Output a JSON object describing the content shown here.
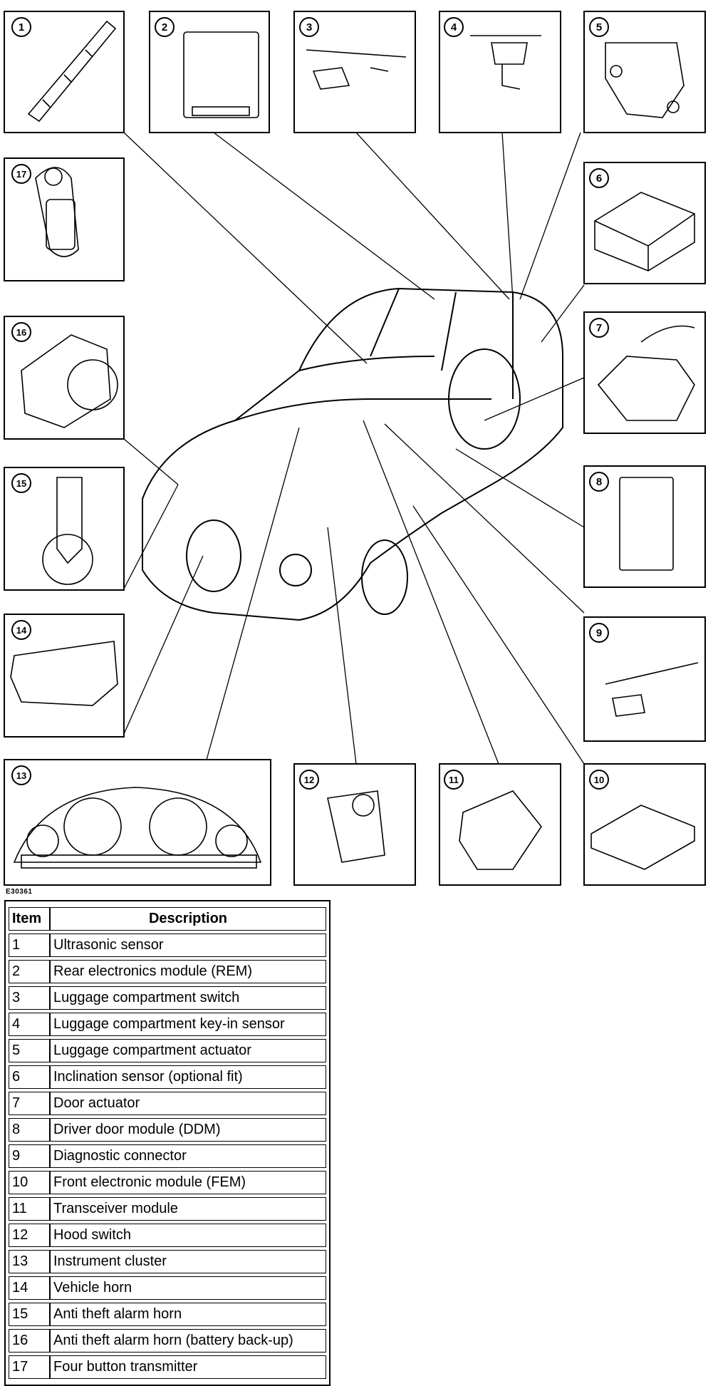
{
  "figure_ref": "E30361",
  "callouts": [
    "1",
    "2",
    "3",
    "4",
    "5",
    "6",
    "7",
    "8",
    "9",
    "10",
    "11",
    "12",
    "13",
    "14",
    "15",
    "16",
    "17"
  ],
  "legend": {
    "headers": {
      "item": "Item",
      "description": "Description"
    },
    "rows": [
      {
        "item": "1",
        "description": "Ultrasonic sensor"
      },
      {
        "item": "2",
        "description": "Rear electronics module (REM)"
      },
      {
        "item": "3",
        "description": "Luggage compartment switch"
      },
      {
        "item": "4",
        "description": "Luggage compartment key-in sensor"
      },
      {
        "item": "5",
        "description": "Luggage compartment actuator"
      },
      {
        "item": "6",
        "description": "Inclination sensor (optional fit)"
      },
      {
        "item": "7",
        "description": "Door actuator"
      },
      {
        "item": "8",
        "description": "Driver door module (DDM)"
      },
      {
        "item": "9",
        "description": "Diagnostic connector"
      },
      {
        "item": "10",
        "description": "Front electronic module (FEM)"
      },
      {
        "item": "11",
        "description": "Transceiver module"
      },
      {
        "item": "12",
        "description": "Hood switch"
      },
      {
        "item": "13",
        "description": "Instrument cluster"
      },
      {
        "item": "14",
        "description": "Vehicle horn"
      },
      {
        "item": "15",
        "description": "Anti theft alarm horn"
      },
      {
        "item": "16",
        "description": "Anti theft alarm horn (battery back-up)"
      },
      {
        "item": "17",
        "description": "Four button transmitter"
      }
    ]
  }
}
